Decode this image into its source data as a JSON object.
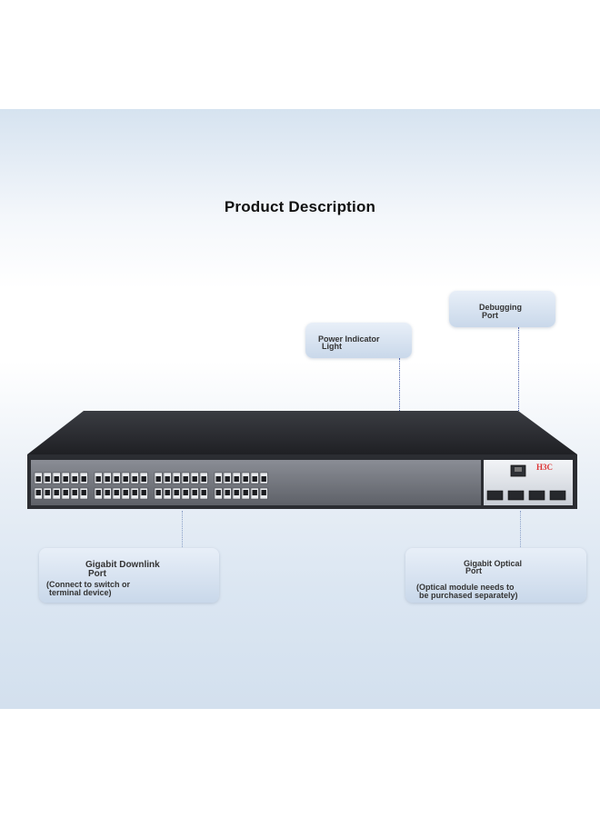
{
  "page": {
    "title": "Product Description"
  },
  "callouts": {
    "debug": {
      "line1": "Debugging",
      "line2": "Port"
    },
    "power": {
      "line1": "Power Indicator",
      "line2": "Light"
    },
    "downlink": {
      "line1": "Gigabit Downlink",
      "line2": "Port",
      "line3": "(Connect to switch or",
      "line4": "terminal device)"
    },
    "optical": {
      "line1": "Gigabit Optical",
      "line2": "Port",
      "line3": "(Optical module needs to",
      "line4": "be purchased separately)"
    }
  },
  "device": {
    "brand": "H3C",
    "rj45_ports": 48,
    "sfp_ports": 4
  },
  "colors": {
    "chassis": "#2a2c31",
    "front_panel": "#7b7e86",
    "callout_text": "#333333"
  }
}
